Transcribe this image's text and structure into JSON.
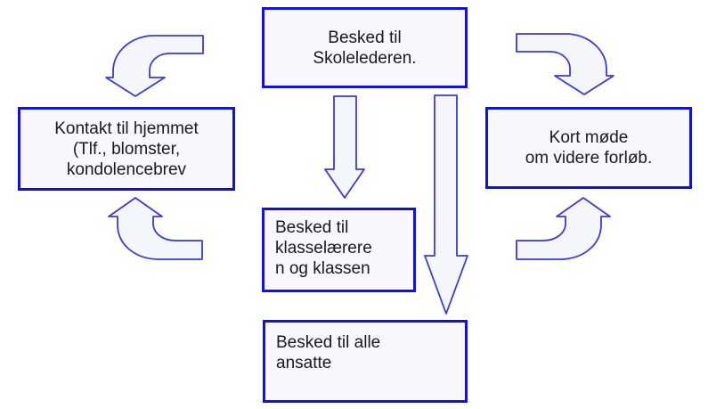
{
  "colors": {
    "box_border": "#1010e0",
    "box_fill": "#f7f7fd",
    "arrow_stroke": "#3a3ad6",
    "arrow_fill": "#f5f5fc",
    "text": "#1a1a1a",
    "canvas_bg": "#ffffff"
  },
  "nodes": {
    "principal": {
      "label": "Besked til\nSkolelederen."
    },
    "home": {
      "label": "Kontakt til hjemmet\n(Tlf., blomster,\nkondolencebrev"
    },
    "meeting": {
      "label": "Kort møde\nom videre forløb."
    },
    "teachers": {
      "label": "Besked til\nklasselærere\nn og klassen"
    },
    "staff": {
      "label": "Besked til alle\nansatte"
    }
  },
  "arrows": [
    {
      "id": "curved-arrow-top-left",
      "shape": "bent-arrow",
      "direction": "down-left toward home-contact box"
    },
    {
      "id": "curved-arrow-top-right",
      "shape": "bent-arrow",
      "direction": "down-right toward short-meeting box"
    },
    {
      "id": "straight-arrow-to-teachers",
      "shape": "straight-arrow",
      "direction": "down from principal box to teachers box"
    },
    {
      "id": "straight-arrow-to-staff",
      "shape": "straight-arrow",
      "direction": "down from principal box to staff box"
    },
    {
      "id": "curved-arrow-bottom-left",
      "shape": "bent-arrow",
      "direction": "up toward home-contact box"
    },
    {
      "id": "curved-arrow-bottom-right",
      "shape": "bent-arrow",
      "direction": "up toward short-meeting box"
    }
  ]
}
